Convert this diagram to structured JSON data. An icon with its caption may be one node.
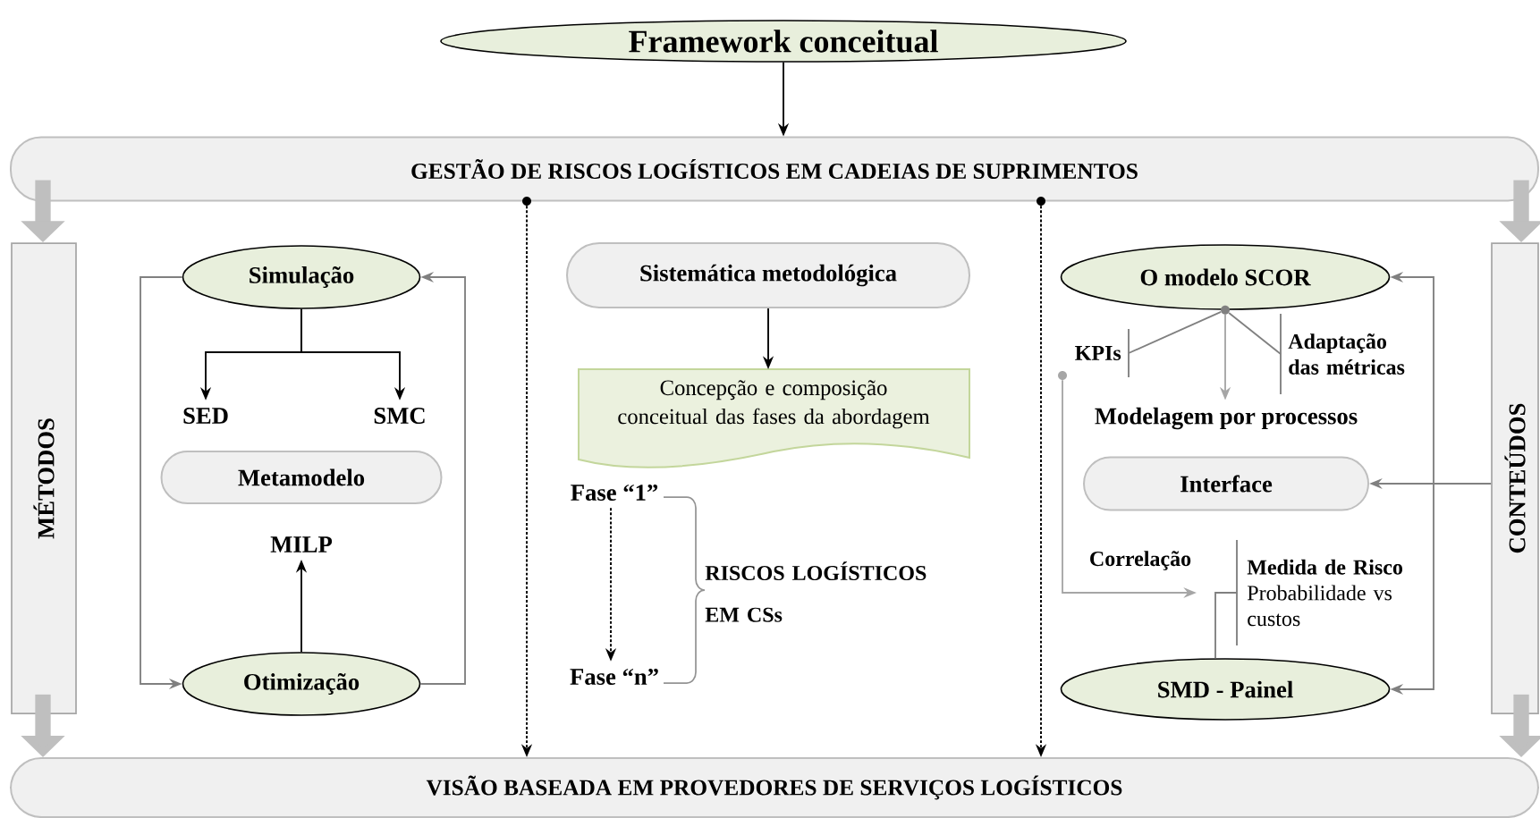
{
  "diagram": {
    "nodes": [
      {
        "text": [
          "Framework conceitual"
        ]
      },
      {
        "text": [
          "GESTÃO DE RISCOS LOGÍSTICOS EM CADEIAS DE SUPRIMENTOS"
        ]
      },
      {
        "text": [
          "MÉTODOS"
        ]
      },
      {
        "text": [
          "Simulação"
        ]
      },
      {
        "text": [
          "SED"
        ]
      },
      {
        "text": [
          "SMC"
        ]
      },
      {
        "text": [
          "Metamodelo"
        ]
      },
      {
        "text": [
          "MILP"
        ]
      },
      {
        "text": [
          "Otimização"
        ]
      },
      {
        "text": [
          "Sistemática metodológica"
        ]
      },
      {
        "text": [
          "Concepção e composição conceitual das fases da abordagem"
        ]
      },
      {
        "text": [
          "Fase “1”"
        ]
      },
      {
        "text": [
          "Fase “n”"
        ]
      },
      {
        "text": [
          "O modelo SCOR"
        ]
      },
      {
        "text": [
          "KPIs"
        ]
      },
      {
        "text": [
          "Adaptação das métricas"
        ]
      },
      {
        "text": [
          "Modelagem por processos"
        ]
      },
      {
        "text": [
          "Interface"
        ]
      },
      {
        "text": [
          "Medida de Risco",
          "Probabilidade vs custos"
        ]
      },
      {
        "text": [
          "SMD - Painel"
        ]
      },
      {
        "text": [
          "CONTEÚDOS"
        ]
      },
      {
        "text": [
          "VISÃO BASEADA EM PROVEDORES DE SERVIÇOS LOGÍSTICOS"
        ]
      },
      {
        "text": [],
        "shape": "circle"
      },
      {
        "text": [],
        "shape": "circle"
      },
      {
        "text": [],
        "shape": "circle"
      },
      {
        "text": [],
        "shape": "circle"
      }
    ],
    "edges": [
      {
        "from": 0,
        "to": 1,
        "arrow": "to",
        "color": "#000000"
      },
      {
        "from": 1,
        "to": 2,
        "arrow": "to",
        "style": "thick",
        "color": "#bfbfbf"
      },
      {
        "from": 2,
        "to": 21,
        "arrow": "to",
        "style": "thick",
        "color": "#bfbfbf"
      },
      {
        "from": 1,
        "to": 20,
        "arrow": "to",
        "style": "thick",
        "color": "#bfbfbf"
      },
      {
        "from": 20,
        "to": 21,
        "arrow": "to",
        "style": "thick",
        "color": "#bfbfbf"
      },
      {
        "from": 23,
        "to": 21,
        "arrow": "to",
        "style": "dashed",
        "color": "#000000"
      },
      {
        "from": 24,
        "to": 21,
        "arrow": "to",
        "style": "dashed",
        "color": "#000000"
      },
      {
        "from": 3,
        "to": 4,
        "arrow": "to",
        "color": "#000000"
      },
      {
        "from": 3,
        "to": 5,
        "arrow": "to",
        "color": "#000000"
      },
      {
        "from": 3,
        "to": 8,
        "arrow": "to",
        "color": "#808080"
      },
      {
        "from": 8,
        "to": 3,
        "arrow": "to",
        "color": "#808080"
      },
      {
        "from": 8,
        "to": 7,
        "arrow": "to",
        "color": "#000000"
      },
      {
        "from": 9,
        "to": 10,
        "arrow": "to",
        "color": "#000000"
      },
      {
        "from": 11,
        "to": 12,
        "arrow": "to",
        "style": "dashed",
        "color": "#000000"
      },
      {
        "from": 22,
        "to": 14,
        "arrow": "none",
        "color": "#808080"
      },
      {
        "from": 22,
        "to": 16,
        "arrow": "to",
        "color": "#a6a6a6"
      },
      {
        "from": 22,
        "to": 15,
        "arrow": "none",
        "color": "#808080"
      },
      {
        "from": 20,
        "to": 17,
        "arrow": "to",
        "color": "#808080"
      },
      {
        "from": 13,
        "to": 19,
        "arrow": "both",
        "color": "#808080"
      },
      {
        "from": 25,
        "to": 18,
        "arrow": "to",
        "label": "Correlação",
        "color": "#a6a6a6"
      },
      {
        "from": 19,
        "to": 18,
        "arrow": "none",
        "color": "#808080"
      }
    ],
    "labels": [
      "RISCOS LOGÍSTICOS EM CSs"
    ]
  }
}
